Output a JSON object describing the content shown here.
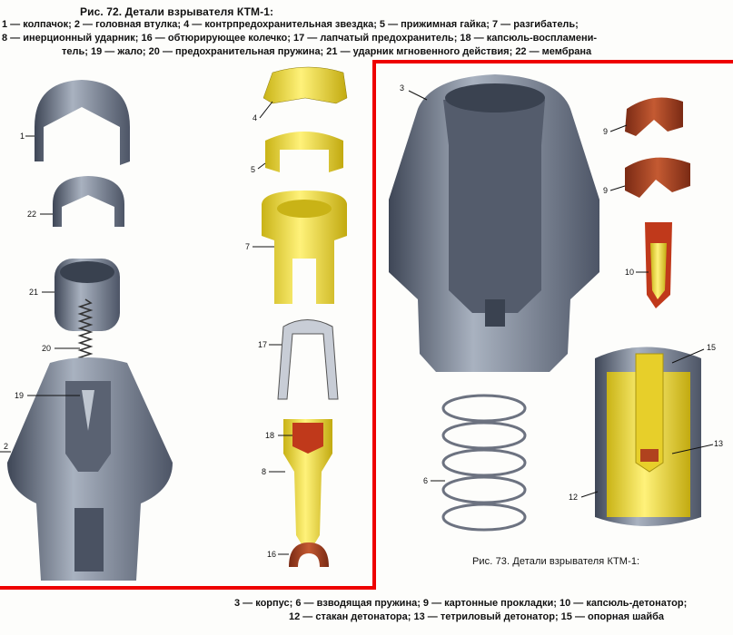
{
  "fig72": {
    "caption": "Рис. 72. Детали взрывателя КТМ-1:",
    "legend_lines": [
      "1 — колпачок; 2 — головная втулка; 4 — контрпредохранительная звездка; 5 — прижимная гайка; 7 — разгибатель;",
      "8 — инерционный ударник; 16 — обтюрирующее колечко; 17 — лапчатый предохранитель; 18 — капсюль-воспламени-",
      "тель; 19 — жало; 20 — предохранительная пружина; 21 — ударник мгновенного действия; 22 — мембрана"
    ],
    "part_labels": [
      "1",
      "22",
      "21",
      "20",
      "19",
      "2",
      "4",
      "5",
      "7",
      "17",
      "18",
      "8",
      "16"
    ]
  },
  "fig73": {
    "caption": "Рис. 73. Детали взрывателя КТМ-1:",
    "legend_lines": [
      "3 — корпус; 6 — взводящая пружина; 9 — картонные прокладки; 10 — капсюль-детонатор;",
      "12 — стакан детонатора; 13 — тетриловый детонатор; 15 — опорная шайба"
    ],
    "part_labels": [
      "3",
      "9",
      "9",
      "10",
      "6",
      "15",
      "13",
      "12"
    ]
  },
  "colors": {
    "highlight": "#e00000",
    "steel": "#7d8797",
    "yellow": "#f1de3a",
    "cardboard": "#a8462a"
  }
}
